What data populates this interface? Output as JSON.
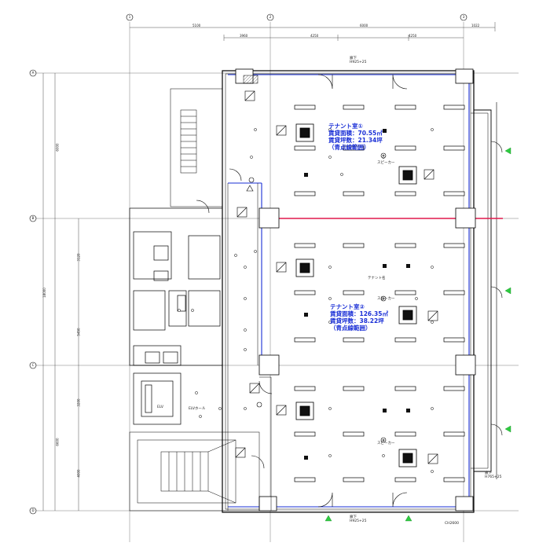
{
  "colors": {
    "line": "#000000",
    "tenant_boundary": "#1a2fd6",
    "partition": "#e0194b",
    "door_marker": "#2ecc40",
    "tenant_text": "#1a2fd6"
  },
  "tenant1": {
    "name": "テナント室①",
    "area": "賃貸面積：70.55㎡",
    "tsubo": "賃貸坪数：21.34坪",
    "note": "（青点線範囲）"
  },
  "tenant2": {
    "name": "テナント室②",
    "area": "賃貸面積：126.35㎡",
    "tsubo": "賃貸坪数：38.22坪",
    "note": "（青点線範囲）"
  },
  "labels": {
    "ceiling_top": "廊下",
    "h_top": "H925+25",
    "ceiling_bottom": "廊下",
    "h_bottom": "H925+25",
    "right_hall": "廊下",
    "h_right": "H765+25",
    "ch": "CH2600",
    "speaker": "スピーカー",
    "tenant_label": "テナント名",
    "ev": "ELV",
    "ev_hall": "ELVホール"
  },
  "dims_top": [
    "5100",
    "3960",
    "4250",
    "6000",
    "4250",
    "1022"
  ],
  "dims_left": [
    "6000",
    "18000",
    "3120",
    "5450",
    "3200",
    "6600",
    "4000"
  ],
  "axes_top": [
    "1",
    "2",
    "3"
  ],
  "axes_left": [
    "A",
    "B",
    "C",
    "D"
  ]
}
